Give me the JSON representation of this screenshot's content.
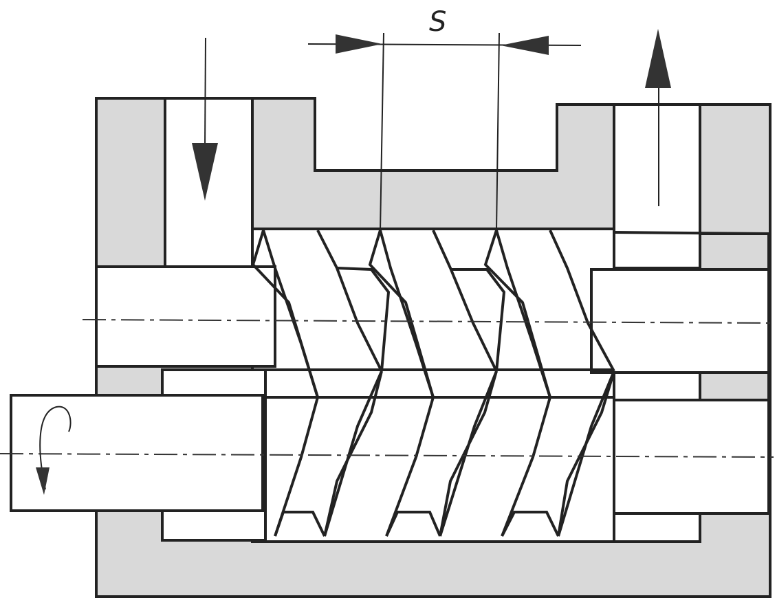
{
  "diagram": {
    "dimension_label": "S",
    "flow_in": "inlet-arrow-down",
    "flow_out": "outlet-arrow-up",
    "rotation": "rotation-arrow",
    "colors": {
      "housing_fill": "#d9d9d9",
      "stroke": "#222222",
      "background": "#ffffff"
    }
  }
}
